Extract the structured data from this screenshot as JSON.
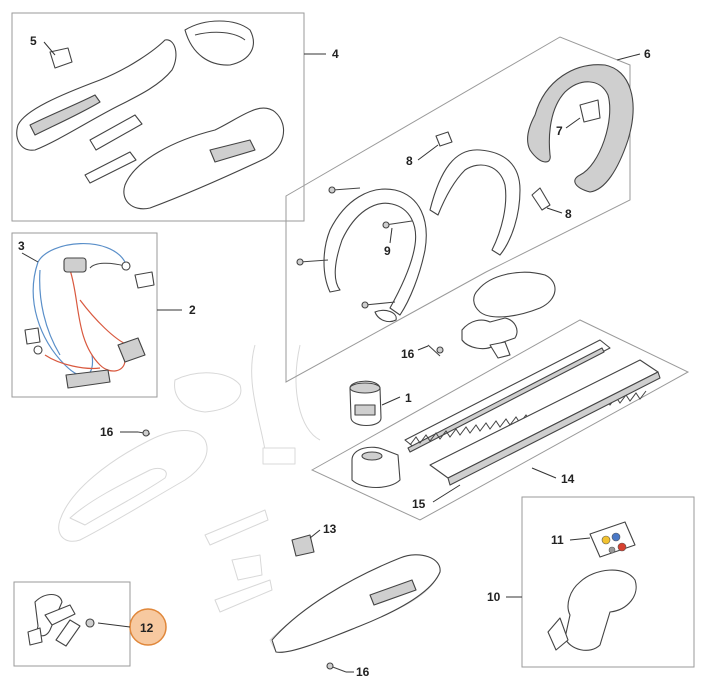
{
  "callouts": {
    "c1": "1",
    "c2": "2",
    "c3": "3",
    "c4": "4",
    "c5": "5",
    "c6": "6",
    "c7": "7",
    "c8a": "8",
    "c8b": "8",
    "c9": "9",
    "c10": "10",
    "c11": "11",
    "c12": "12",
    "c13": "13",
    "c14": "14",
    "c15": "15",
    "c16a": "16",
    "c16b": "16",
    "c16c": "16"
  },
  "highlight_color": "#f7c9a0",
  "highlight_stroke": "#e0873a",
  "decal_colors": [
    "#f2c230",
    "#4a78c6",
    "#d6402f",
    "#9a9a9a"
  ]
}
